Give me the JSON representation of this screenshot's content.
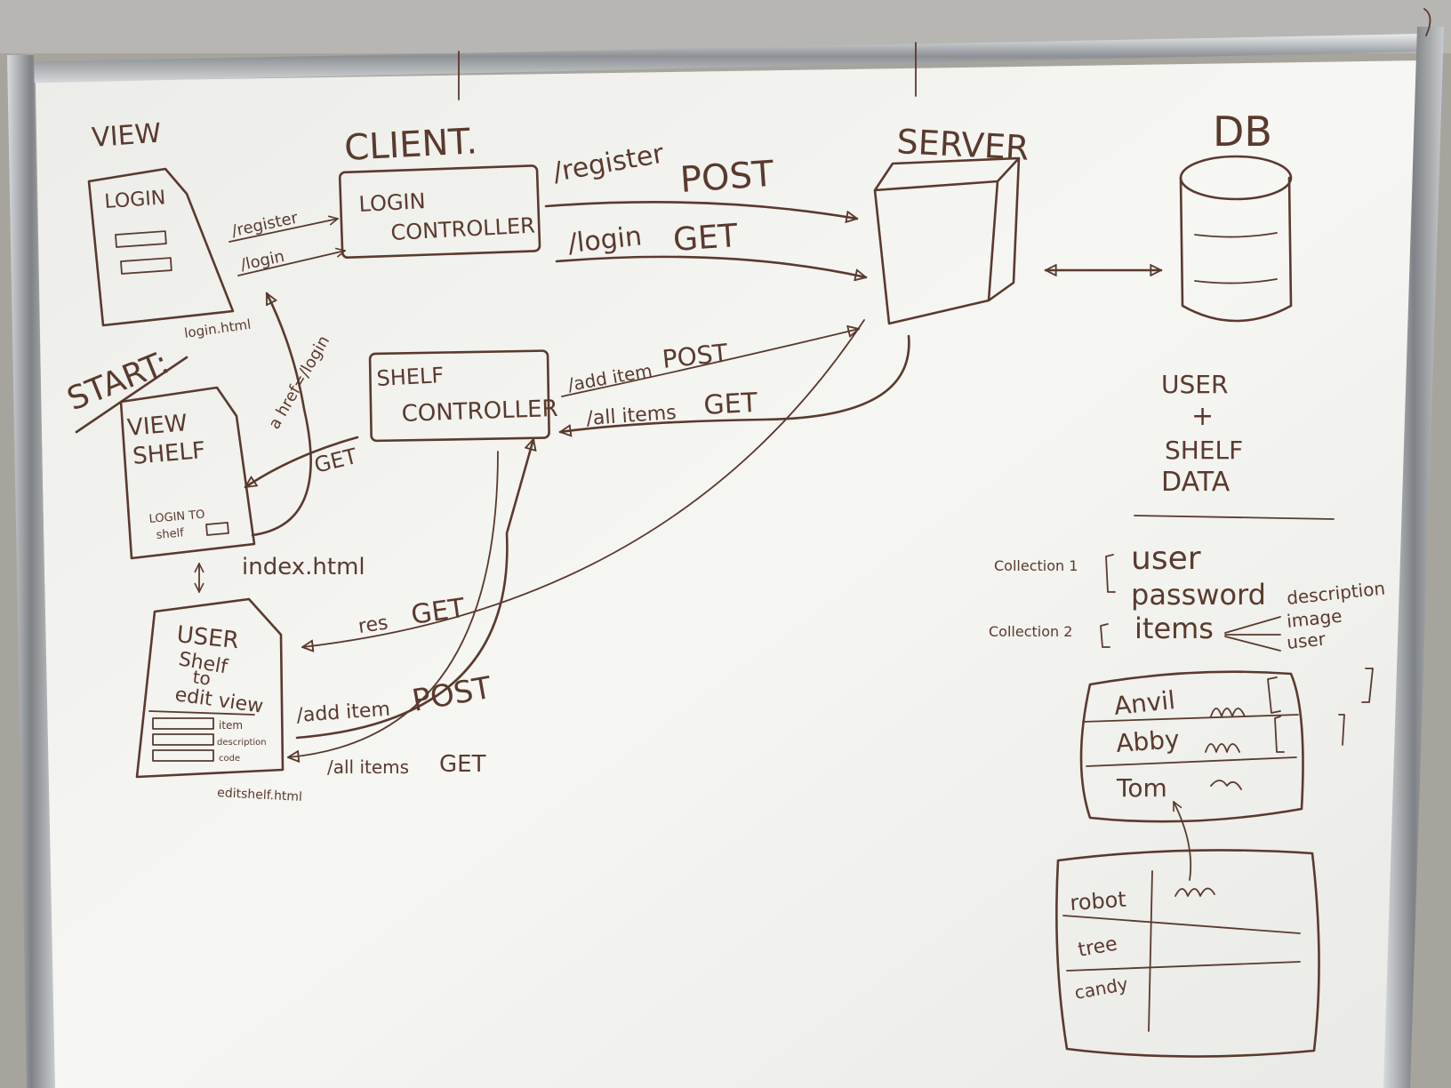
{
  "columns": {
    "view": "VIEW",
    "client": "CLIENT.",
    "server": "SERVER",
    "db": "DB"
  },
  "login_view": {
    "title": "LOGIN",
    "filename": "login.html"
  },
  "login_controller": {
    "line1": "LOGIN",
    "line2": "CONTROLLER"
  },
  "start_label": "START:",
  "view_shelf": {
    "line1": "VIEW",
    "line2": "SHELF",
    "login_to": "LOGIN TO",
    "shelf": "shelf",
    "filename": "index.html"
  },
  "shelf_controller": {
    "line1": "SHELF",
    "line2": "CONTROLLER"
  },
  "user_shelf": {
    "line1": "USER",
    "line2": "Shelf",
    "line3": "to",
    "line4": "edit view",
    "field1": "item",
    "field2": "description",
    "field3": "code",
    "filename": "editshelf.html"
  },
  "edges": {
    "view_register": "/register",
    "view_login": "/login",
    "client_register": "/register",
    "client_register_method": "POST",
    "client_login": "/login",
    "client_login_method": "GET",
    "href_login": "a href=/login",
    "shelf_get": "GET",
    "add_item": "/add item",
    "add_item_method": "POST",
    "all_items": "/all items",
    "all_items_method": "GET",
    "res": "res",
    "res_method": "GET",
    "edit_add_item": "/add item",
    "edit_add_item_method": "POST",
    "edit_all_items": "/all items",
    "edit_all_items_method": "GET"
  },
  "data_note": {
    "line1": "USER",
    "plus": "+",
    "line2": "SHELF",
    "line3": "DATA"
  },
  "schema": {
    "collection1": "Collection 1",
    "collection2": "Collection 2",
    "user": "user",
    "password": "password",
    "items": "items",
    "description": "description",
    "image": "image",
    "user_field": "user"
  },
  "table1": {
    "rows": [
      "Anvil",
      "Abby",
      "Tom"
    ]
  },
  "table2": {
    "rows": [
      "robot",
      "tree",
      "candy"
    ]
  },
  "colors": {
    "ink": "#5a3a2e",
    "board": "#f4f4f1",
    "frame": "#b9bcbf"
  }
}
